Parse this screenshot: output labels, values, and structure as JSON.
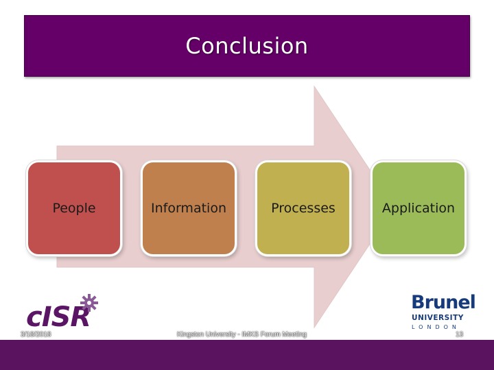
{
  "slide": {
    "title": "Conclusion"
  },
  "steps": [
    {
      "label": "People",
      "color": "#c0504d"
    },
    {
      "label": "Information",
      "color": "#c0804d"
    },
    {
      "label": "Processes",
      "color": "#c0b050"
    },
    {
      "label": "Application",
      "color": "#9bbb59"
    }
  ],
  "logos": {
    "cisr": "cISR",
    "brunel_name": "Brunel",
    "brunel_univ": "UNIVERSITY",
    "brunel_city": "LONDON"
  },
  "footer": {
    "date": "3/18/2018",
    "event": "Kingston University - IMKS Forum Meeting",
    "page": "13"
  },
  "colors": {
    "title_bar": "#650068",
    "arrow": "#e8cece",
    "footer": "#5a145f"
  }
}
